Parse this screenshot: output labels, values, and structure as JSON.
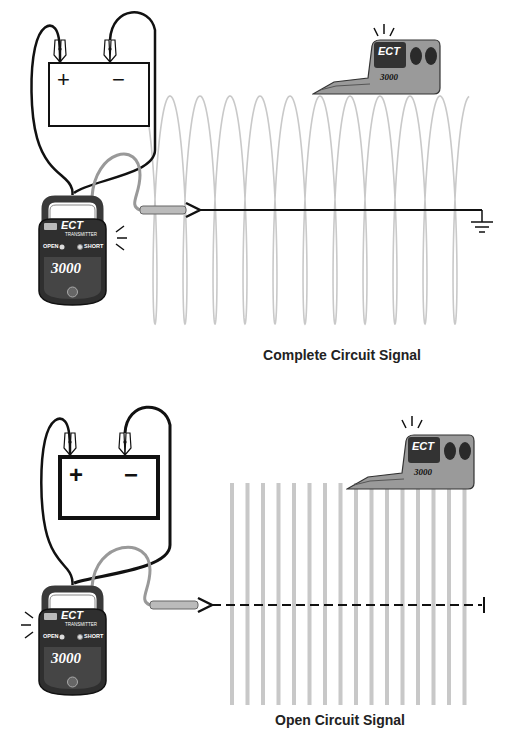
{
  "diagram": {
    "nodes": [
      {
        "text": [
          "+",
          "−"
        ]
      },
      {
        "text": [
          "ECT",
          "TRANSMITTER",
          "OPEN",
          "SHORT",
          "3000"
        ]
      },
      {
        "text": [
          "ECT",
          "3000"
        ]
      },
      {
        "text": [
          "+",
          "−"
        ]
      },
      {
        "text": [
          "ECT",
          "TRANSMITTER",
          "OPEN",
          "SHORT",
          "3000"
        ]
      },
      {
        "text": [
          "ECT",
          "3000"
        ]
      }
    ],
    "edges": [
      {
        "from": 0,
        "to": 1,
        "arrow": "none"
      },
      {
        "from": 3,
        "to": 4,
        "arrow": "none"
      }
    ],
    "labels": [
      "Complete Circuit Signal",
      "Open Circuit Signal"
    ]
  }
}
